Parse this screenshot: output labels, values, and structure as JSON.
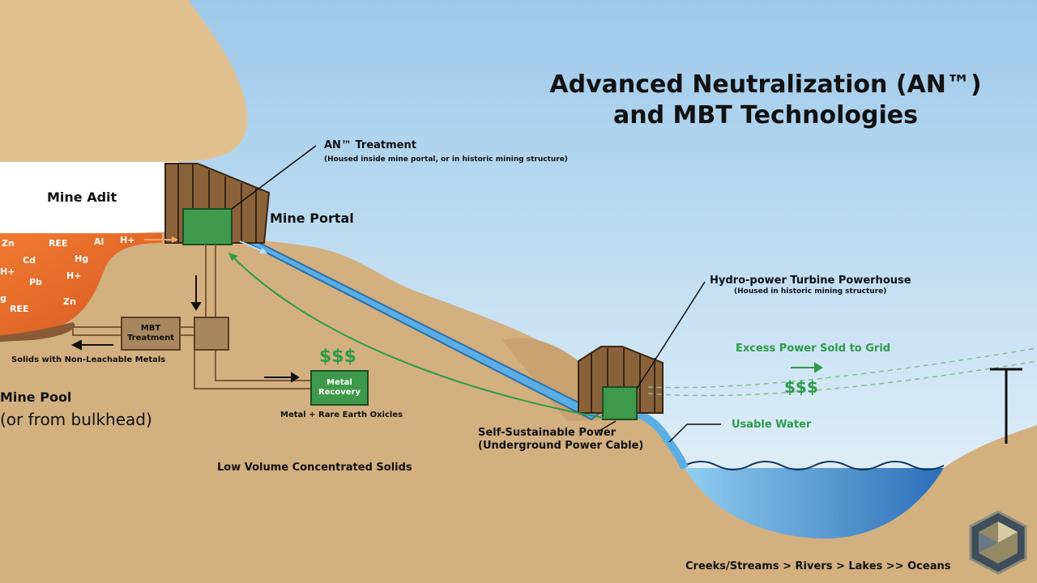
{
  "title": {
    "line1": "Advanced Neutralization (AN™)",
    "line2": "and MBT Technologies"
  },
  "labels": {
    "mine_adit": "Mine Adit",
    "mine_portal": "Mine Portal",
    "mine_pool": "Mine Pool",
    "mine_pool_sub": "(or from bulkhead)",
    "an_treatment": "AN™ Treatment",
    "an_treatment_sub": "(Housed inside mine portal, or in historic mining structure)",
    "mbt_treatment": "MBT\nTreatment",
    "metal_recovery": "Metal\nRecovery",
    "metal_oxides": "Metal + Rare Earth Oxicles",
    "solids_nonleach": "Solids with Non-Leachable Metals",
    "low_volume": "Low Volume Concentrated Solids",
    "hydro_turbine": "Hydro-power Turbine Powerhouse",
    "hydro_turbine_sub": "(Housed in historic mining structure)",
    "excess_power": "Excess Power Sold to Grid",
    "self_sustain": "Self-Sustainable Power",
    "self_sustain_sub": "(Underground Power Cable)",
    "usable_water": "Usable Water",
    "creeks": "Creeks/Streams > Rivers > Lakes >> Oceans",
    "dollars": "$$$",
    "h_plus_flow": "H+"
  },
  "pool_elements": [
    "Zn",
    "REE",
    "Al",
    "Cd",
    "Hg",
    "H+",
    "Pb",
    "H+",
    "REE",
    "Zn",
    "H+",
    "g"
  ],
  "colors": {
    "sky_top": "#9cc9ea",
    "sky_bottom": "#e8f3fa",
    "ground": "#d3b080",
    "ground_dark": "#b18a5b",
    "pool": "#e46e2e",
    "pipe": "#5aaee3",
    "water": "#2f78bf",
    "green_box": "#3e9a4a",
    "brown_box": "#a8875f",
    "wood": "#8a6239",
    "accent_green": "#2e9a48"
  }
}
